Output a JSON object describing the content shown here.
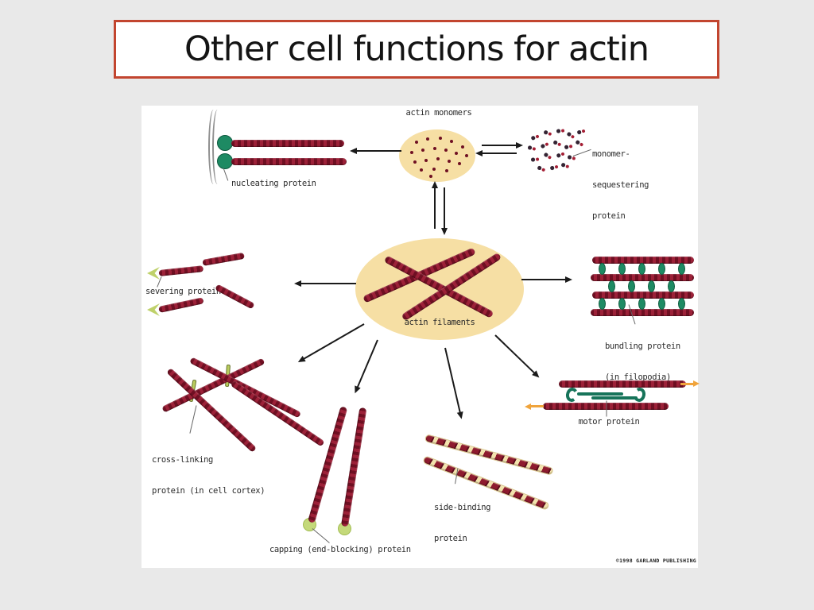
{
  "slide": {
    "title": "Other cell functions for actin"
  },
  "colors": {
    "background": "#e9e9e9",
    "panel": "#ffffff",
    "title_border": "#c2452f",
    "title_text": "#141414",
    "filament": "#8e1b2e",
    "pool": "#f6dfa4",
    "teal": "#1e8a63",
    "yellow_green": "#bfd16a",
    "orange": "#f0a43c",
    "label": "#2b2b2b",
    "line": "#1a1a1a"
  },
  "diagram": {
    "actin_monomers": "actin monomers",
    "monomer_sequestering": {
      "line1": "monomer-",
      "line2": "sequestering",
      "line3": "protein"
    },
    "nucleating": "nucleating protein",
    "actin_filaments": "actin filaments",
    "severing": "severing protein",
    "bundling": {
      "line1": "bundling protein",
      "line2": "(in filopodia)"
    },
    "cross_linking": {
      "line1": "cross-linking",
      "line2": "protein (in cell cortex)"
    },
    "capping": "capping (end-blocking) protein",
    "side_binding": {
      "line1": "side-binding",
      "line2": "protein"
    },
    "motor": "motor protein",
    "credit": "©1998 GARLAND PUBLISHING"
  }
}
